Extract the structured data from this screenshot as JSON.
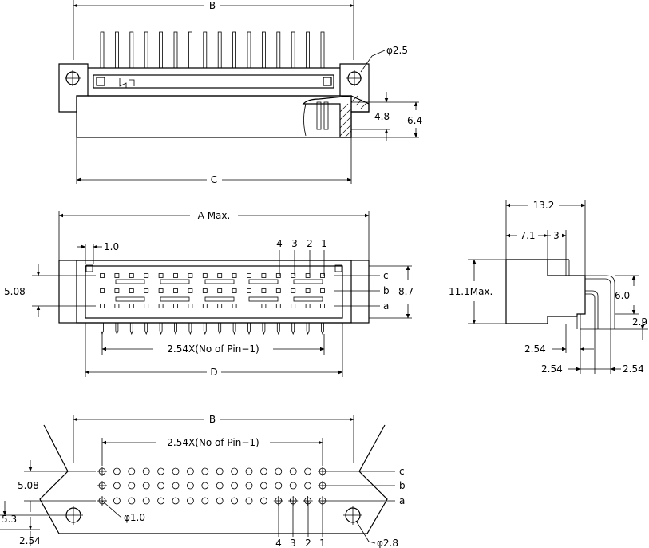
{
  "top_view": {
    "dim_b": "B",
    "dim_c": "C",
    "hole_dia": "φ2.5",
    "dim_4_8": "4.8",
    "dim_6_4": "6.4"
  },
  "front_view": {
    "dim_a": "A Max.",
    "dim_1_0": "1.0",
    "pin_numbers": [
      "4",
      "3",
      "2",
      "1"
    ],
    "dim_5_08": "5.08",
    "dim_8_7": "8.7",
    "row_labels": [
      "c",
      "b",
      "a"
    ],
    "pitch_label": "2.54X(No of Pin−1)",
    "dim_d": "D"
  },
  "side_view": {
    "dim_13_2": "13.2",
    "dim_7_1": "7.1",
    "dim_3": "3",
    "dim_11_1": "11.1Max.",
    "dim_6_0": "6.0",
    "dim_2_9": "2.9",
    "dim_2_54_a": "2.54",
    "dim_2_54_b": "2.54",
    "dim_2_54_c": "2.54"
  },
  "bottom_view": {
    "dim_b": "B",
    "pitch_label": "2.54X(No of Pin−1)",
    "dim_5_08": "5.08",
    "dim_5_3": "5.3",
    "dim_2_54": "2.54",
    "pin_dia": "φ1.0",
    "hole_dia": "φ2.8",
    "row_labels": [
      "c",
      "b",
      "a"
    ],
    "pin_numbers": [
      "4",
      "3",
      "2",
      "1"
    ]
  }
}
